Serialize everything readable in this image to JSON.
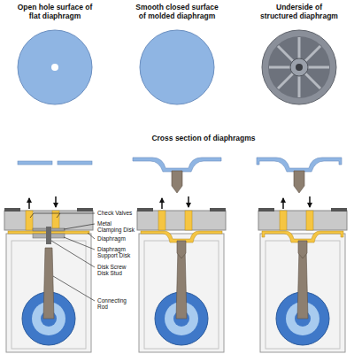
{
  "diagram": {
    "labels": [
      "Open hole surface of flat diaphragm",
      "Smooth closed surface of molded diaphragm",
      "Underside of structured diaphragm",
      "Cross section of diaphragms",
      "Check Valves",
      "Metal Clamping Disk",
      "Diaphragm",
      "Diaphragm Support Disk",
      "Disk Screw Disk Stud",
      "Connecting Rod"
    ]
  }
}
